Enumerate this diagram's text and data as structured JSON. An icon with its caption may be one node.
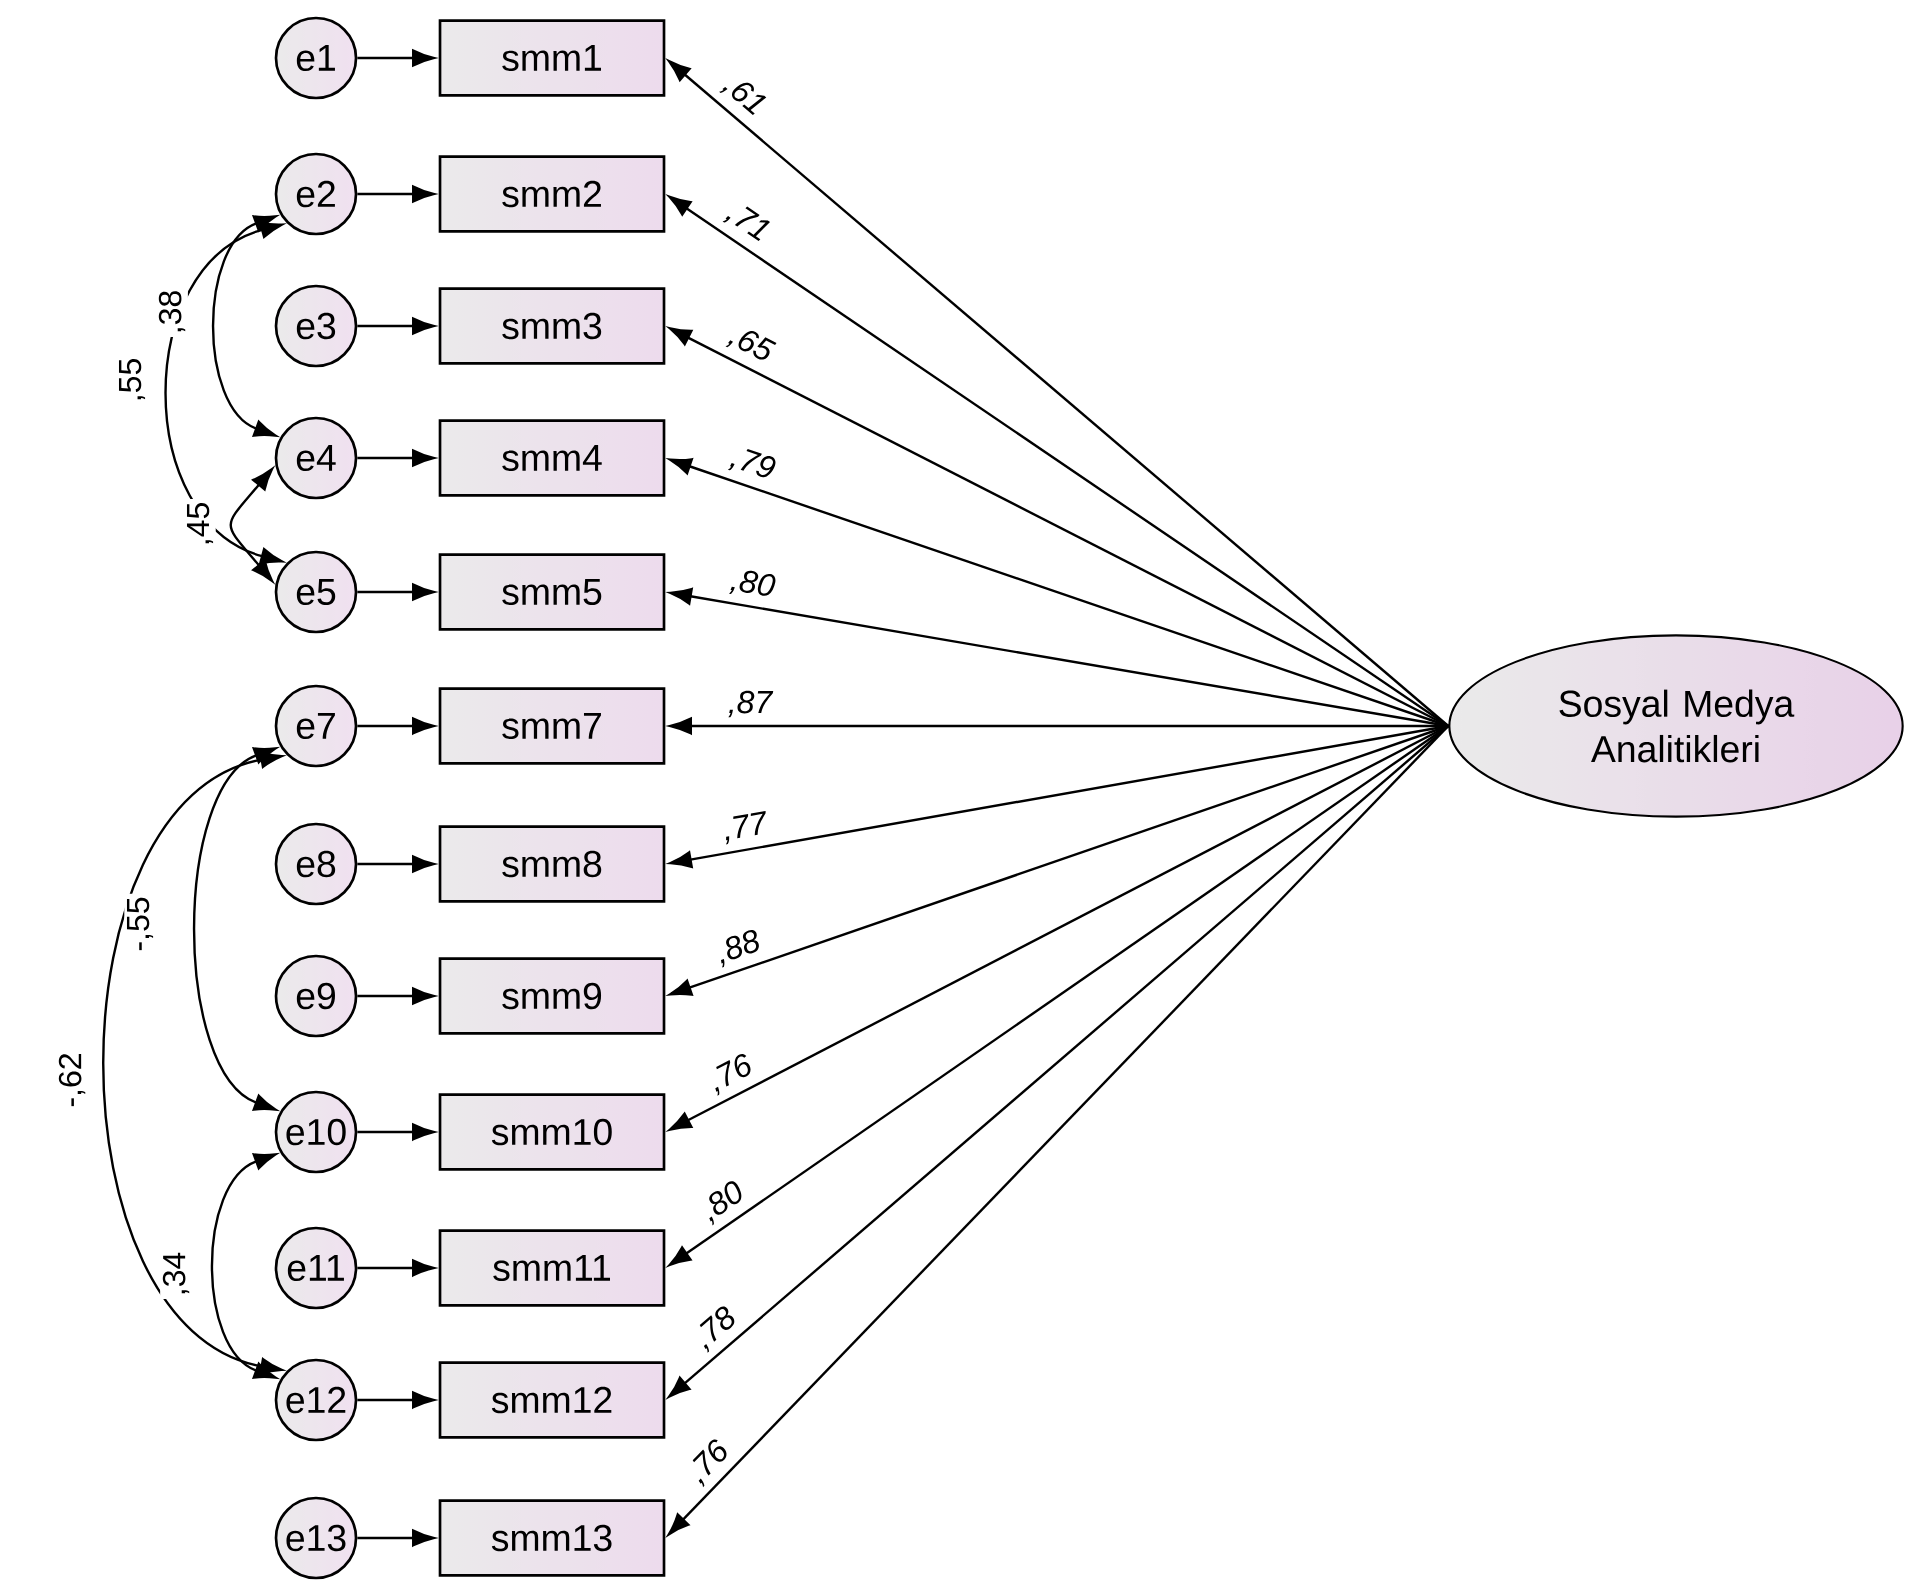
{
  "diagram": {
    "nodes": [
      {
        "text": [
          "e1"
        ]
      },
      {
        "text": [
          "e2"
        ]
      },
      {
        "text": [
          "e3"
        ]
      },
      {
        "text": [
          "e4"
        ]
      },
      {
        "text": [
          "e5"
        ]
      },
      {
        "text": [
          "e7"
        ]
      },
      {
        "text": [
          "e8"
        ]
      },
      {
        "text": [
          "e9"
        ]
      },
      {
        "text": [
          "e10"
        ]
      },
      {
        "text": [
          "e11"
        ]
      },
      {
        "text": [
          "e12"
        ]
      },
      {
        "text": [
          "e13"
        ]
      },
      {
        "text": [
          "smm1"
        ]
      },
      {
        "text": [
          "smm2"
        ]
      },
      {
        "text": [
          "smm3"
        ]
      },
      {
        "text": [
          "smm4"
        ]
      },
      {
        "text": [
          "smm5"
        ]
      },
      {
        "text": [
          "smm7"
        ]
      },
      {
        "text": [
          "smm8"
        ]
      },
      {
        "text": [
          "smm9"
        ]
      },
      {
        "text": [
          "smm10"
        ]
      },
      {
        "text": [
          "smm11"
        ]
      },
      {
        "text": [
          "smm12"
        ]
      },
      {
        "text": [
          "smm13"
        ]
      },
      {
        "text": [
          "Sosyal Medya Analitikleri"
        ]
      }
    ],
    "edges": [
      {
        "from": 0,
        "to": 12,
        "arrow": "to"
      },
      {
        "from": 1,
        "to": 13,
        "arrow": "to"
      },
      {
        "from": 2,
        "to": 14,
        "arrow": "to"
      },
      {
        "from": 3,
        "to": 15,
        "arrow": "to"
      },
      {
        "from": 4,
        "to": 16,
        "arrow": "to"
      },
      {
        "from": 5,
        "to": 17,
        "arrow": "to"
      },
      {
        "from": 6,
        "to": 18,
        "arrow": "to"
      },
      {
        "from": 7,
        "to": 19,
        "arrow": "to"
      },
      {
        "from": 8,
        "to": 20,
        "arrow": "to"
      },
      {
        "from": 9,
        "to": 21,
        "arrow": "to"
      },
      {
        "from": 10,
        "to": 22,
        "arrow": "to"
      },
      {
        "from": 11,
        "to": 23,
        "arrow": "to"
      },
      {
        "from": 24,
        "to": 12,
        "arrow": "to",
        "label": ",61"
      },
      {
        "from": 24,
        "to": 13,
        "arrow": "to",
        "label": ",71"
      },
      {
        "from": 24,
        "to": 14,
        "arrow": "to",
        "label": ",65"
      },
      {
        "from": 24,
        "to": 15,
        "arrow": "to",
        "label": ",79"
      },
      {
        "from": 24,
        "to": 16,
        "arrow": "to",
        "label": ",80"
      },
      {
        "from": 24,
        "to": 17,
        "arrow": "to",
        "label": ",87"
      },
      {
        "from": 24,
        "to": 18,
        "arrow": "to",
        "label": ",77"
      },
      {
        "from": 24,
        "to": 19,
        "arrow": "to",
        "label": ",88"
      },
      {
        "from": 24,
        "to": 20,
        "arrow": "to",
        "label": ",76"
      },
      {
        "from": 24,
        "to": 21,
        "arrow": "to",
        "label": ",80"
      },
      {
        "from": 24,
        "to": 22,
        "arrow": "to",
        "label": ",78"
      },
      {
        "from": 24,
        "to": 23,
        "arrow": "to",
        "label": ",76"
      },
      {
        "from": 1,
        "to": 3,
        "arrow": "both",
        "label": ",38"
      },
      {
        "from": 1,
        "to": 4,
        "arrow": "both",
        "label": ",55"
      },
      {
        "from": 3,
        "to": 4,
        "arrow": "both",
        "label": ",45"
      },
      {
        "from": 5,
        "to": 8,
        "arrow": "both",
        "label": "-,55"
      },
      {
        "from": 5,
        "to": 10,
        "arrow": "both",
        "label": "-,62"
      },
      {
        "from": 8,
        "to": 10,
        "arrow": "both",
        "label": ",34"
      }
    ]
  }
}
